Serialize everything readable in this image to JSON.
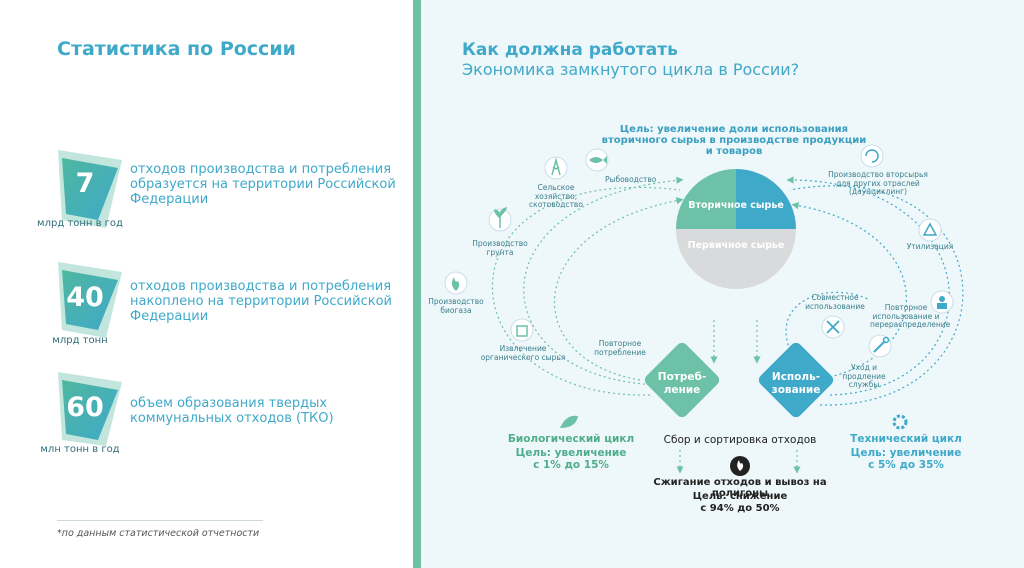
{
  "left": {
    "title": "Статистика по России",
    "stats": [
      {
        "number": "7",
        "unit": "млрд тонн в год",
        "text": "отходов производства и потребления образуется на территории Российской Федерации"
      },
      {
        "number": "40",
        "unit": "млрд тонн",
        "text": "отходов производства и потребления накоплено на территории Российской Федерации"
      },
      {
        "number": "60",
        "unit": "млн тонн в год",
        "text": "объем образования твердых коммунальных отходов (ТКО)"
      }
    ],
    "footnote": "*по данным статистической отчетности"
  },
  "right": {
    "title_line1": "Как должна работать",
    "title_line2": "Экономика замкнутого цикла в России?",
    "goal_top": "Цель: увеличение доли использования вторичного сырья в производстве продукции и товаров",
    "circle": {
      "top_label": "Вторичное сырье",
      "bottom_label": "Первичное сырье"
    },
    "bio_labels": {
      "fishing": "Рыбоводство",
      "agriculture": "Сельское хозяйство, скотоводство",
      "soil": "Производство грунта",
      "biogas": "Производство биогаза",
      "extraction": "Извлечение органического сырья",
      "reuse": "Повторное потребление"
    },
    "tech_labels": {
      "downcycling": "Производство вторсырья для других отраслей (даунциклинг)",
      "utilization": "Утилизация",
      "shared": "Совместное использование",
      "redistribution": "Повторное использование и перераспределение",
      "care": "Уход и продление службы"
    },
    "consumption": "Потреб-ление",
    "usage": "Исполь-зование",
    "bio_cycle": {
      "title": "Биологический цикл",
      "goal_line1": "Цель: увеличение",
      "goal_line2": "с 1% до 15%"
    },
    "tech_cycle": {
      "title": "Технический цикл",
      "goal_line1": "Цель: увеличение",
      "goal_line2": "с 5% до 35%"
    },
    "collection": "Сбор и сортировка отходов",
    "burning": "Сжигание отходов и вывоз на полигоны",
    "burn_goal_line1": "Цель: снижение",
    "burn_goal_line2": "с 94% до 50%"
  },
  "colors": {
    "teal": "#6cc1a6",
    "blue": "#3fa9c9",
    "green": "#4fae8a",
    "grey": "#d9dadb"
  }
}
